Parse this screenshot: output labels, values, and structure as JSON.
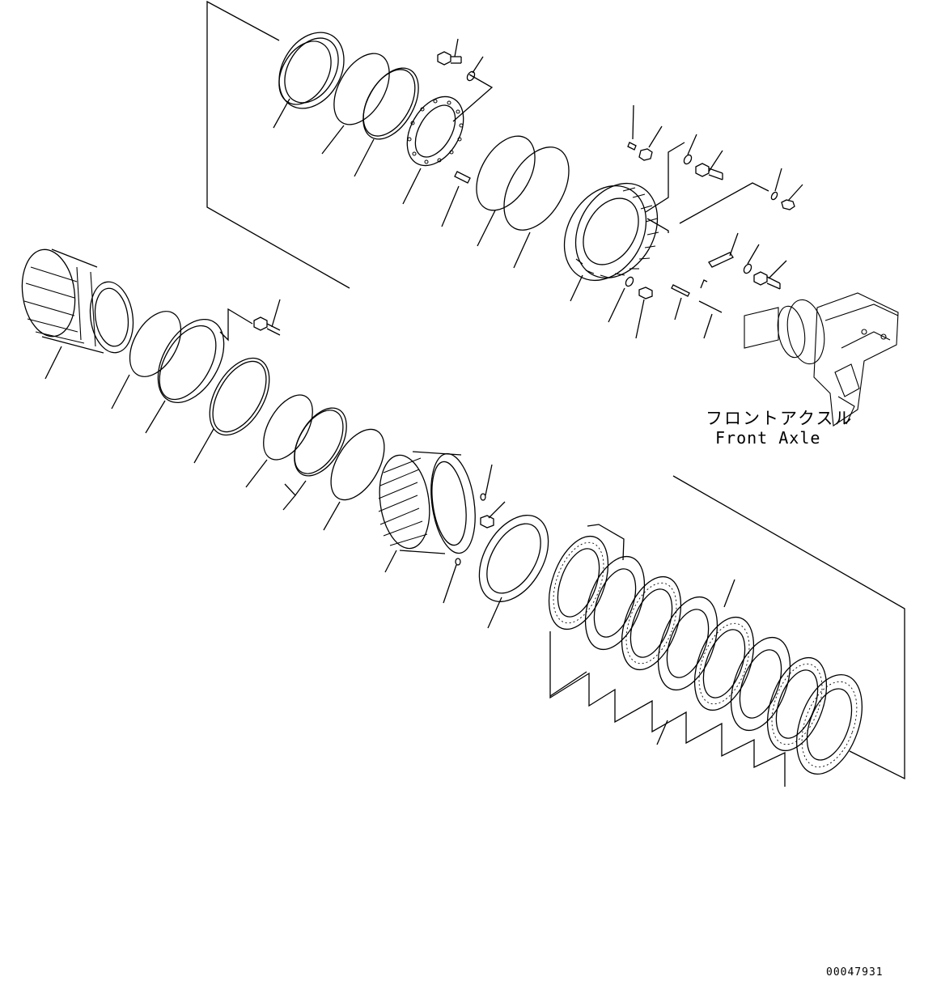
{
  "labels": {
    "axle_jp": "フロントアクスル",
    "axle_en": "Front Axle",
    "doc_number": "00047931"
  },
  "style": {
    "line_color": "#000000",
    "background": "#ffffff"
  }
}
